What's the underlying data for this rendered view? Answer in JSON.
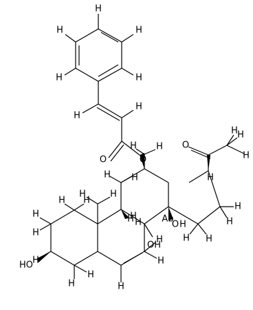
{
  "structure": {
    "atom_labels": {
      "h_benzene_top": "H",
      "h_benzene_top_right": "H",
      "h_benzene_top_left": "H",
      "h_benzene_bottom_left": "H",
      "h_benzene_right": "H",
      "h_vinyl_left": "H",
      "h_vinyl_right": "H",
      "o_carbonyl_ester": "O",
      "o_ester_link": "O",
      "o_ketone": "O",
      "h_methyl_ketone_top": "H",
      "h_methyl_ketone_right": "H",
      "h_methyl_ketone_bottom": "H",
      "h_c17": "H",
      "h_methyl_c18_a": "H",
      "h_methyl_c18_b": "H",
      "h_c12_a": "H",
      "h_c12_b": "H",
      "h_c11_a": "H",
      "h_c11_b": "H",
      "h_c9": "H",
      "h_c16_a": "H",
      "h_c16_b": "H",
      "h_c15_a": "H",
      "h_c15_b": "H",
      "h_methyl_c19_a": "H",
      "h_methyl_c19_b": "H",
      "h_c1_a": "H",
      "h_c1_b": "H",
      "h_c2_a": "H",
      "h_c2_b": "H",
      "h_c3": "H",
      "h_c4_a": "H",
      "h_c4_b": "H",
      "h_c6": "H",
      "h_c7_a": "H",
      "h_c7_b": "H",
      "ho_c3": "HO",
      "oh_c8": "OH",
      "oh_c14_o": "O",
      "oh_c14_h": "H",
      "h_c14_label": "Ab"
    }
  }
}
